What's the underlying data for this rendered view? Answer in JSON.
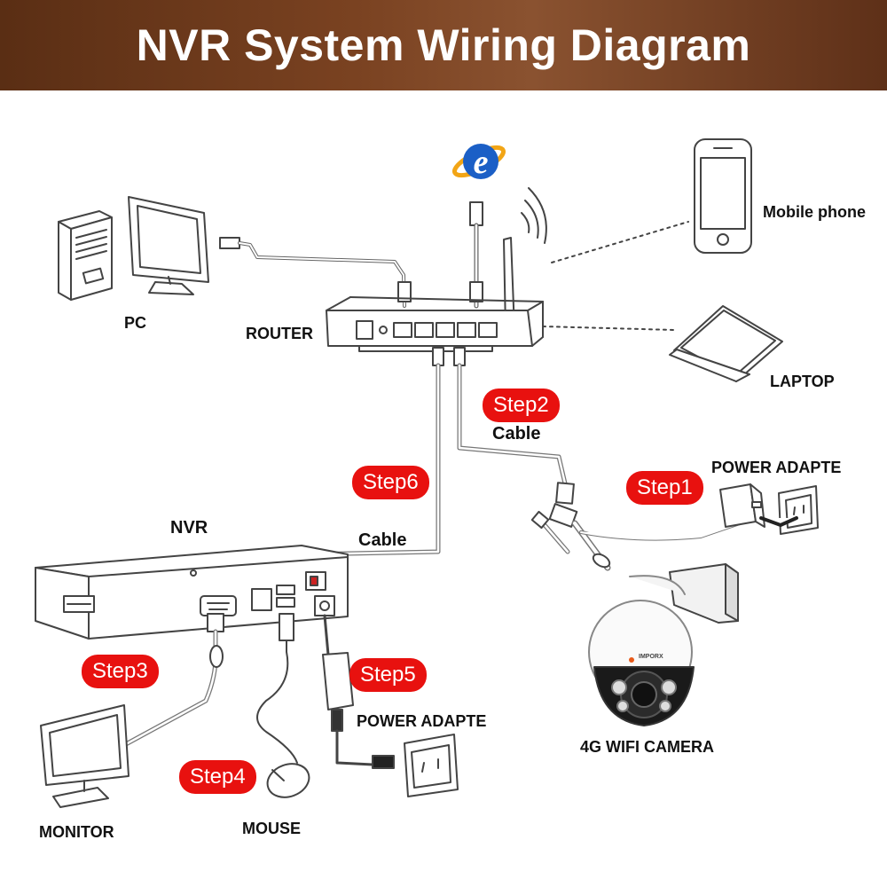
{
  "title": "NVR System Wiring Diagram",
  "colors": {
    "banner": "#6b3a1c",
    "step_badge": "#e8110f",
    "line": "#444444"
  },
  "devices": {
    "pc": "PC",
    "router": "ROUTER",
    "mobile": "Mobile phone",
    "laptop": "LAPTOP",
    "nvr": "NVR",
    "monitor": "MONITOR",
    "mouse": "MOUSE",
    "camera": "4G WIFI CAMERA",
    "camera_brand": "IMPORX",
    "power_adapter_camera": "POWER ADAPTE",
    "power_adapter_nvr": "POWER ADAPTE"
  },
  "cables": {
    "router_camera": "Cable",
    "router_nvr": "Cable"
  },
  "steps": {
    "step1": "Step1",
    "step2": "Step2",
    "step3": "Step3",
    "step4": "Step4",
    "step5": "Step5",
    "step6": "Step6"
  },
  "icons": {
    "internet": "internet-explorer-icon"
  }
}
